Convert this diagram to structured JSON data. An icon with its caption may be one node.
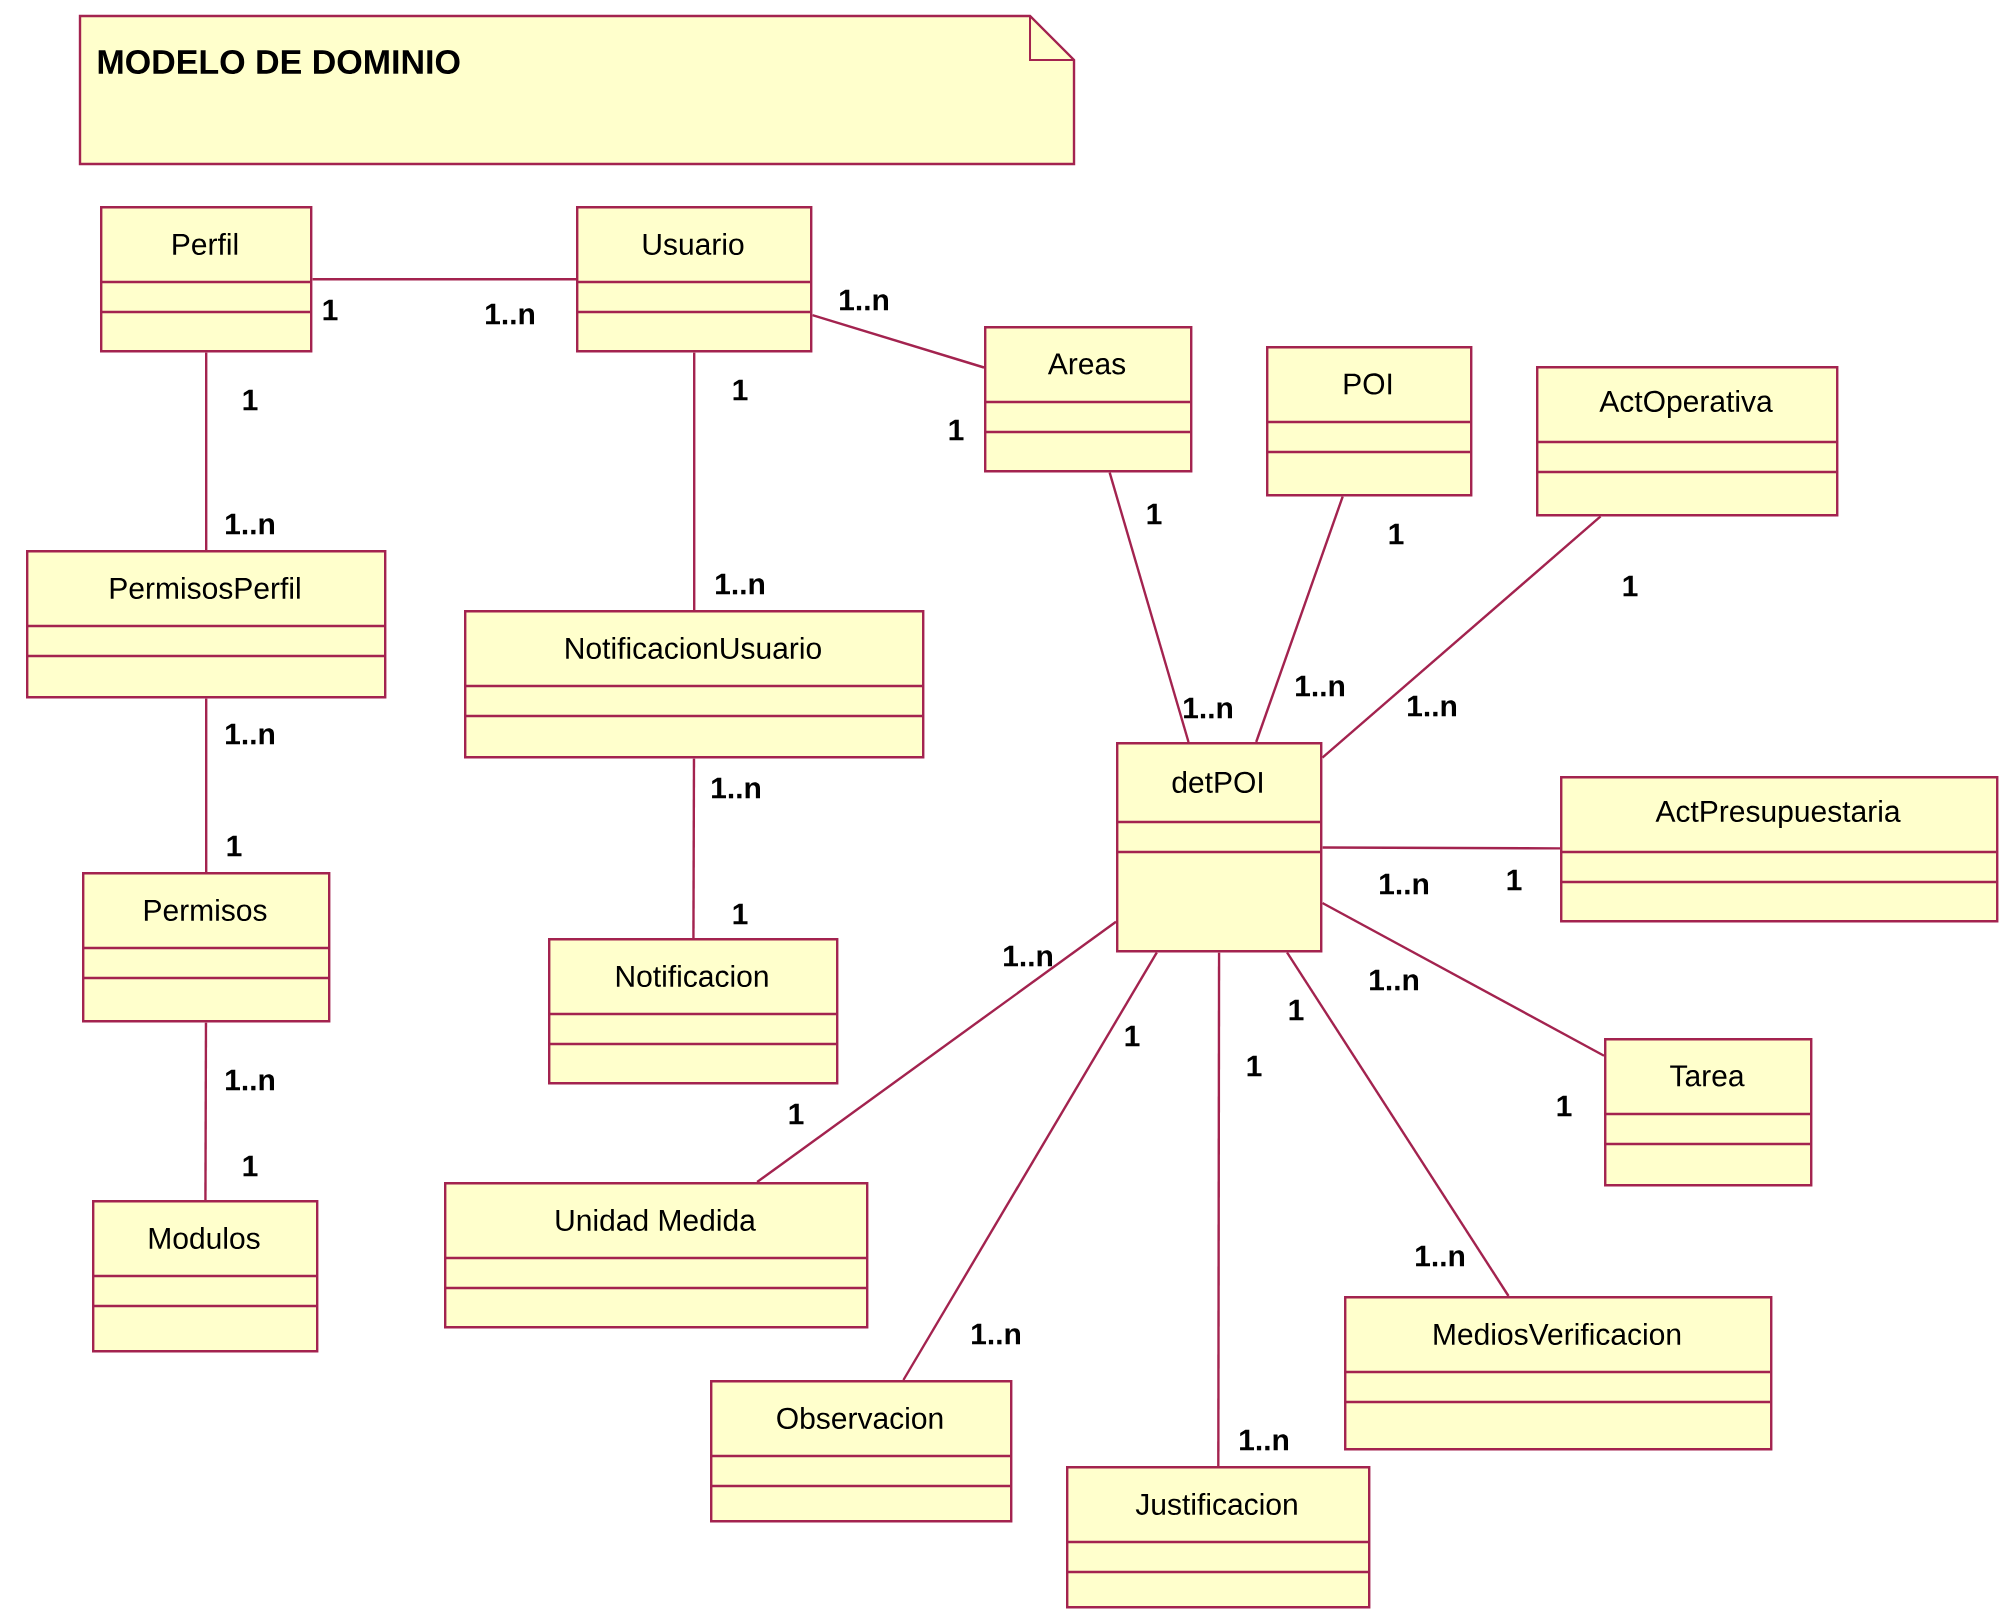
{
  "diagram": {
    "nodes": [
      {
        "text": [
          "MODELO DE DOMINIO"
        ]
      },
      {
        "text": [
          "Perfil"
        ]
      },
      {
        "text": [
          "Usuario"
        ]
      },
      {
        "text": [
          "Areas"
        ]
      },
      {
        "text": [
          "POI"
        ]
      },
      {
        "text": [
          "ActOperativa"
        ]
      },
      {
        "text": [
          "PermisosPerfil"
        ]
      },
      {
        "text": [
          "NotificacionUsuario"
        ]
      },
      {
        "text": [
          "detPOI"
        ]
      },
      {
        "text": [
          "ActPresupuestaria"
        ]
      },
      {
        "text": [
          "Permisos"
        ]
      },
      {
        "text": [
          "Notificacion"
        ]
      },
      {
        "text": [
          "Tarea"
        ]
      },
      {
        "text": [
          "Modulos"
        ]
      },
      {
        "text": [
          "Unidad Medida"
        ]
      },
      {
        "text": [
          "MediosVerificacion"
        ]
      },
      {
        "text": [
          "Observacion"
        ]
      },
      {
        "text": [
          "Justificacion"
        ]
      }
    ],
    "edges": [
      {
        "from": 1,
        "to": 2,
        "arrow": "none"
      },
      {
        "from": 2,
        "to": 3,
        "arrow": "none"
      },
      {
        "from": 1,
        "to": 6,
        "arrow": "none"
      },
      {
        "from": 2,
        "to": 7,
        "arrow": "none"
      },
      {
        "from": 6,
        "to": 10,
        "arrow": "none"
      },
      {
        "from": 7,
        "to": 11,
        "arrow": "none"
      },
      {
        "from": 10,
        "to": 13,
        "arrow": "none"
      },
      {
        "from": 3,
        "to": 8,
        "arrow": "none"
      },
      {
        "from": 4,
        "to": 8,
        "arrow": "none"
      },
      {
        "from": 5,
        "to": 8,
        "arrow": "none"
      },
      {
        "from": 8,
        "to": 9,
        "arrow": "none"
      },
      {
        "from": 8,
        "to": 14,
        "arrow": "none"
      },
      {
        "from": 8,
        "to": 16,
        "arrow": "none"
      },
      {
        "from": 8,
        "to": 17,
        "arrow": "none"
      },
      {
        "from": 8,
        "to": 15,
        "arrow": "none"
      },
      {
        "from": 8,
        "to": 12,
        "arrow": "none"
      }
    ],
    "labels": [
      "1..n",
      "1",
      "1..n",
      "1",
      "1",
      "1",
      "1",
      "1..n",
      "1",
      "1..n",
      "1",
      "1..n",
      "1..n",
      "1..n",
      "1..n",
      "1..n",
      "1",
      "1",
      "1..n",
      "1",
      "1..n",
      "1..n",
      "1",
      "1",
      "1",
      "1..n",
      "1",
      "1",
      "1",
      "1..n",
      "1..n",
      "1..n"
    ]
  }
}
